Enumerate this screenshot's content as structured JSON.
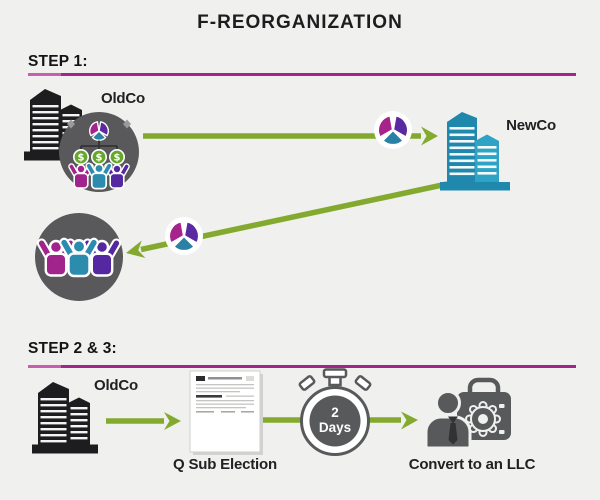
{
  "page": {
    "title": "F-REORGANIZATION",
    "background": "#f0f0ee"
  },
  "colors": {
    "accent_magenta_rule": "#a1268a",
    "arrow_green": "#83aa2f",
    "icon_dark_gray": "#59595b",
    "building_black": "#1d1d1f",
    "newco_teal": "#1f88ac",
    "newco_teal_light": "#2ea3c6",
    "pie_magenta": "#a6238c",
    "pie_purple": "#5a2aa0",
    "pie_teal": "#2a81a5",
    "money_green": "#65a72c",
    "person_magenta": "#a1238c",
    "person_teal": "#2c8cad",
    "person_purple": "#5527a0"
  },
  "step1": {
    "label": "STEP 1:",
    "oldco_label": "OldCo",
    "newco_label": "NewCo",
    "dollar": "$"
  },
  "step2": {
    "label": "STEP 2 & 3:",
    "oldco_label": "OldCo",
    "qsub_label": "Q Sub Election",
    "stopwatch": {
      "value": "2",
      "unit": "Days"
    },
    "convert_label": "Convert to an LLC"
  },
  "icons": {
    "oldco-building-icon": "black office buildings",
    "newco-building-icon": "teal office buildings",
    "shareholders-icon": "three shareholders with dollar shares inside dark circle",
    "owners-icon": "three owners inside dark circle",
    "pie-shares-icon": "three-slice pie chart (stock/interest transfer)",
    "qsub-form-icon": "tax election form document",
    "stopwatch-icon": "stopwatch timer",
    "convert-llc-icon": "businessperson with briefcase and gear"
  }
}
